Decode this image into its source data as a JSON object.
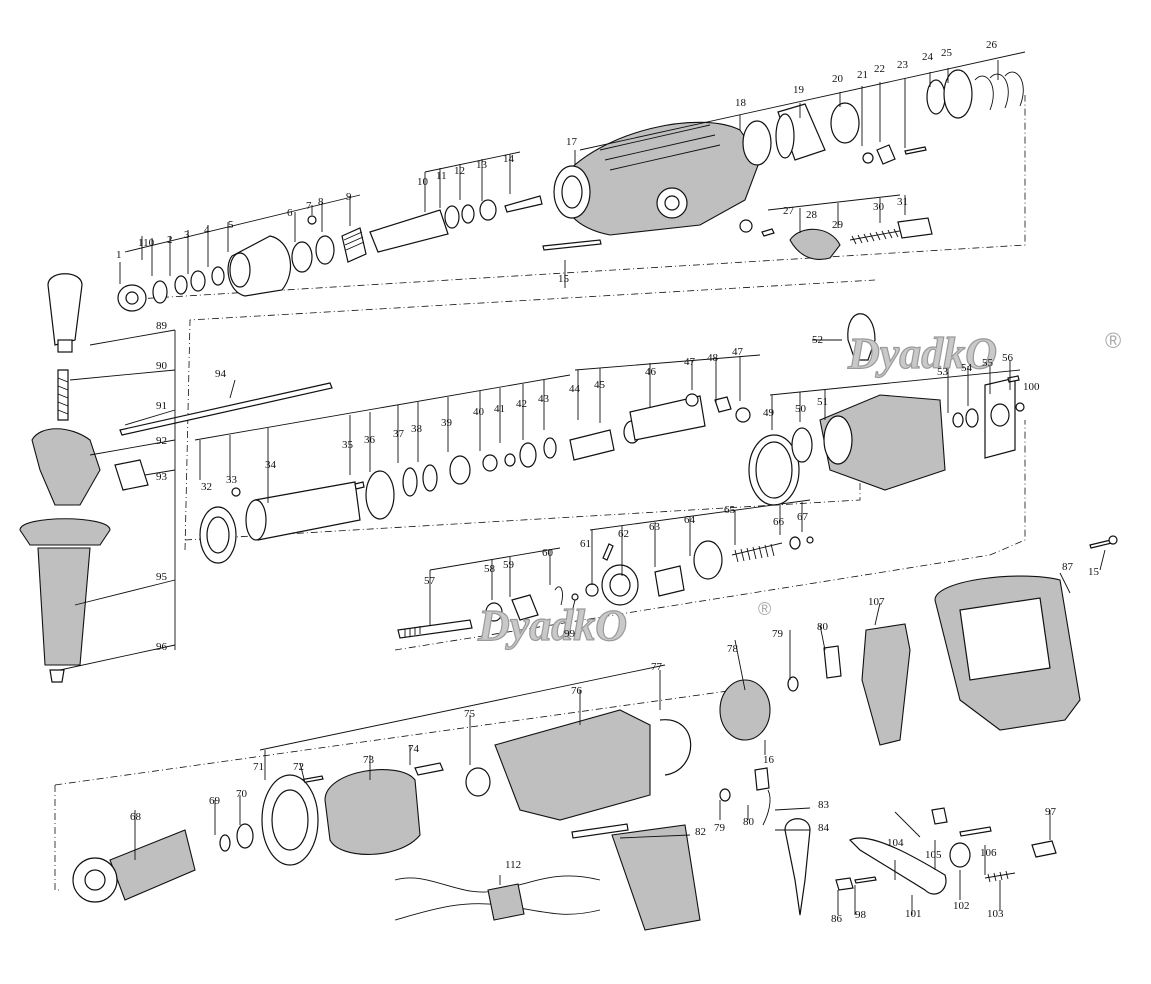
{
  "watermark": {
    "text": "DyadkO",
    "registered": "®"
  },
  "callouts": [
    {
      "id": "1",
      "text": "1"
    },
    {
      "id": "110",
      "text": "110"
    },
    {
      "id": "2",
      "text": "2"
    },
    {
      "id": "3",
      "text": "3"
    },
    {
      "id": "4",
      "text": "4"
    },
    {
      "id": "5",
      "text": "5"
    },
    {
      "id": "6",
      "text": "6"
    },
    {
      "id": "7",
      "text": "7"
    },
    {
      "id": "8",
      "text": "8"
    },
    {
      "id": "9",
      "text": "9"
    },
    {
      "id": "10",
      "text": "10"
    },
    {
      "id": "11",
      "text": "11"
    },
    {
      "id": "12",
      "text": "12"
    },
    {
      "id": "13",
      "text": "13"
    },
    {
      "id": "14",
      "text": "14"
    },
    {
      "id": "15a",
      "text": "15"
    },
    {
      "id": "17",
      "text": "17"
    },
    {
      "id": "18",
      "text": "18"
    },
    {
      "id": "19",
      "text": "19"
    },
    {
      "id": "20",
      "text": "20"
    },
    {
      "id": "21",
      "text": "21"
    },
    {
      "id": "22",
      "text": "22"
    },
    {
      "id": "23",
      "text": "23"
    },
    {
      "id": "24",
      "text": "24"
    },
    {
      "id": "25",
      "text": "25"
    },
    {
      "id": "26",
      "text": "26"
    },
    {
      "id": "27",
      "text": "27"
    },
    {
      "id": "28",
      "text": "28"
    },
    {
      "id": "29",
      "text": "29"
    },
    {
      "id": "30",
      "text": "30"
    },
    {
      "id": "31",
      "text": "31"
    },
    {
      "id": "89",
      "text": "89"
    },
    {
      "id": "90",
      "text": "90"
    },
    {
      "id": "91",
      "text": "91"
    },
    {
      "id": "92",
      "text": "92"
    },
    {
      "id": "93",
      "text": "93"
    },
    {
      "id": "94",
      "text": "94"
    },
    {
      "id": "95",
      "text": "95"
    },
    {
      "id": "96",
      "text": "96"
    },
    {
      "id": "32",
      "text": "32"
    },
    {
      "id": "33",
      "text": "33"
    },
    {
      "id": "34",
      "text": "34"
    },
    {
      "id": "35",
      "text": "35"
    },
    {
      "id": "36",
      "text": "36"
    },
    {
      "id": "37",
      "text": "37"
    },
    {
      "id": "38",
      "text": "38"
    },
    {
      "id": "39",
      "text": "39"
    },
    {
      "id": "40",
      "text": "40"
    },
    {
      "id": "41",
      "text": "41"
    },
    {
      "id": "42",
      "text": "42"
    },
    {
      "id": "43",
      "text": "43"
    },
    {
      "id": "44",
      "text": "44"
    },
    {
      "id": "45",
      "text": "45"
    },
    {
      "id": "46",
      "text": "46"
    },
    {
      "id": "47a",
      "text": "47"
    },
    {
      "id": "48",
      "text": "48"
    },
    {
      "id": "47b",
      "text": "47"
    },
    {
      "id": "49",
      "text": "49"
    },
    {
      "id": "50",
      "text": "50"
    },
    {
      "id": "51",
      "text": "51"
    },
    {
      "id": "52",
      "text": "52"
    },
    {
      "id": "53",
      "text": "53"
    },
    {
      "id": "54",
      "text": "54"
    },
    {
      "id": "55",
      "text": "55"
    },
    {
      "id": "56",
      "text": "56"
    },
    {
      "id": "100",
      "text": "100"
    },
    {
      "id": "57",
      "text": "57"
    },
    {
      "id": "58",
      "text": "58"
    },
    {
      "id": "59",
      "text": "59"
    },
    {
      "id": "60",
      "text": "60"
    },
    {
      "id": "61",
      "text": "61"
    },
    {
      "id": "62",
      "text": "62"
    },
    {
      "id": "63",
      "text": "63"
    },
    {
      "id": "64",
      "text": "64"
    },
    {
      "id": "65",
      "text": "65"
    },
    {
      "id": "66",
      "text": "66"
    },
    {
      "id": "67",
      "text": "67"
    },
    {
      "id": "99",
      "text": "99"
    },
    {
      "id": "15b",
      "text": "15"
    },
    {
      "id": "87",
      "text": "87"
    },
    {
      "id": "107",
      "text": "107"
    },
    {
      "id": "78",
      "text": "78"
    },
    {
      "id": "79a",
      "text": "79"
    },
    {
      "id": "80a",
      "text": "80"
    },
    {
      "id": "16",
      "text": "16"
    },
    {
      "id": "77",
      "text": "77"
    },
    {
      "id": "76",
      "text": "76"
    },
    {
      "id": "75",
      "text": "75"
    },
    {
      "id": "74",
      "text": "74"
    },
    {
      "id": "73",
      "text": "73"
    },
    {
      "id": "72",
      "text": "72"
    },
    {
      "id": "71",
      "text": "71"
    },
    {
      "id": "70",
      "text": "70"
    },
    {
      "id": "69",
      "text": "69"
    },
    {
      "id": "68",
      "text": "68"
    },
    {
      "id": "112",
      "text": "112"
    },
    {
      "id": "82",
      "text": "82"
    },
    {
      "id": "79b",
      "text": "79"
    },
    {
      "id": "80b",
      "text": "80"
    },
    {
      "id": "83",
      "text": "83"
    },
    {
      "id": "84",
      "text": "84"
    },
    {
      "id": "86",
      "text": "86"
    },
    {
      "id": "98",
      "text": "98"
    },
    {
      "id": "101",
      "text": "101"
    },
    {
      "id": "104",
      "text": "104"
    },
    {
      "id": "105",
      "text": "105"
    },
    {
      "id": "102",
      "text": "102"
    },
    {
      "id": "106",
      "text": "106"
    },
    {
      "id": "103",
      "text": "103"
    },
    {
      "id": "97",
      "text": "97"
    }
  ]
}
